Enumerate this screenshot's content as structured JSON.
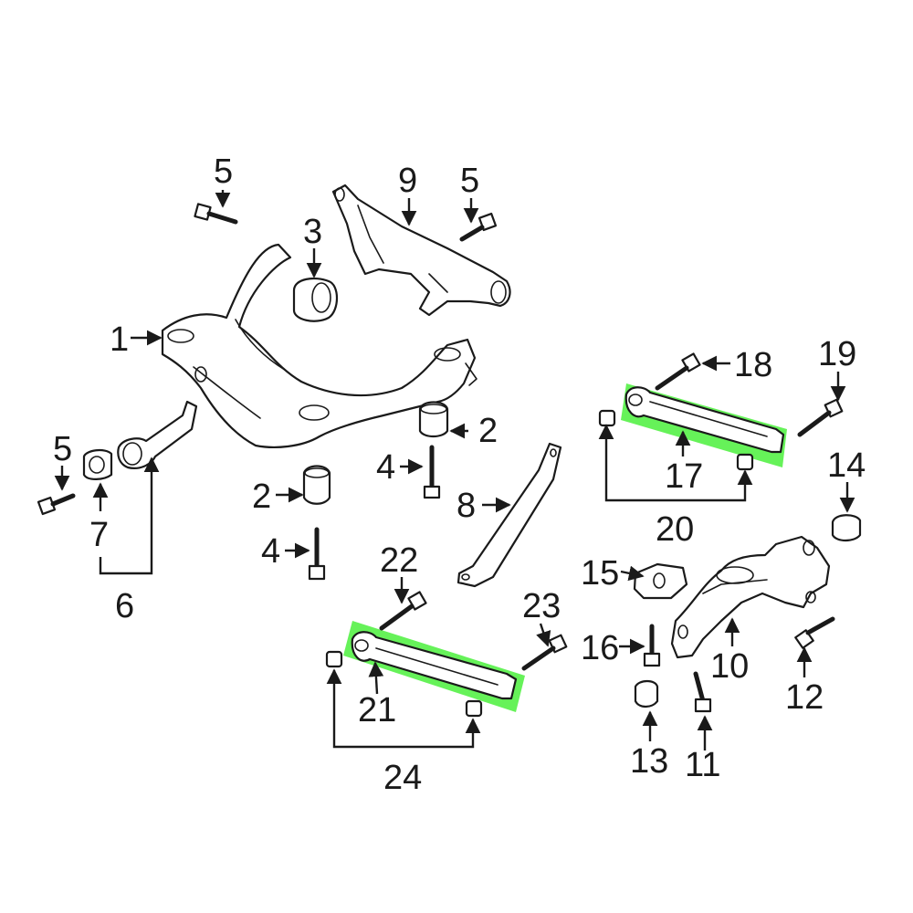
{
  "labels": {
    "l1": "1",
    "l2a": "2",
    "l2b": "2",
    "l3": "3",
    "l4a": "4",
    "l4b": "4",
    "l5a": "5",
    "l5b": "5",
    "l5c": "5",
    "l6": "6",
    "l7": "7",
    "l8": "8",
    "l9": "9",
    "l10": "10",
    "l11": "11",
    "l12": "12",
    "l13": "13",
    "l14": "14",
    "l15": "15",
    "l16": "16",
    "l17": "17",
    "l18": "18",
    "l19": "19",
    "l20": "20",
    "l21": "21",
    "l22": "22",
    "l23": "23",
    "l24": "24"
  },
  "colors": {
    "highlight": "#33ee22",
    "line": "#1a1a1a",
    "background": "#ffffff"
  }
}
